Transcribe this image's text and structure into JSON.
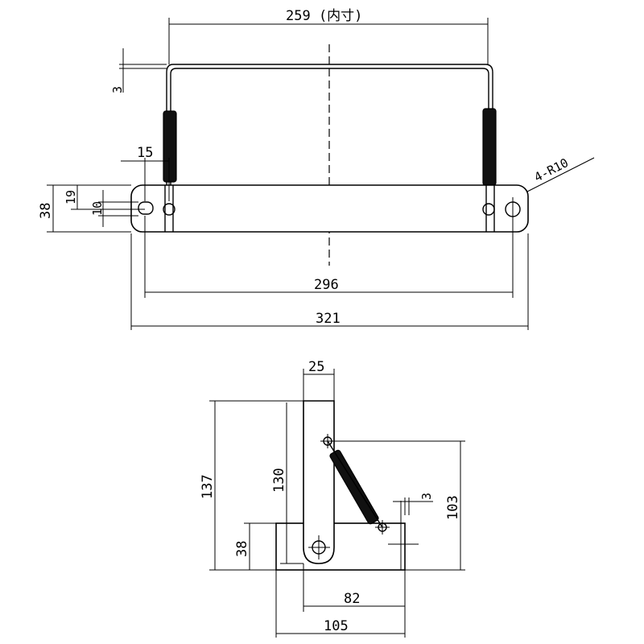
{
  "front_view": {
    "dim_inner_width": "259 (内寸)",
    "dim_rod_thickness": "3",
    "dim_hole_offset": "15",
    "dim_height": "38",
    "dim_hole_center_height": "19",
    "dim_hole_diameter": "10",
    "dim_corner_radius": "4-R10",
    "dim_hole_pitch": "296",
    "dim_overall_length": "321"
  },
  "side_view": {
    "dim_arm_width": "25",
    "dim_total_height": "137",
    "dim_arm_height": "130",
    "dim_base_height": "38",
    "dim_spring_height": "103",
    "dim_rod_thickness": "3",
    "dim_arm_to_end": "82",
    "dim_base_length": "105"
  }
}
